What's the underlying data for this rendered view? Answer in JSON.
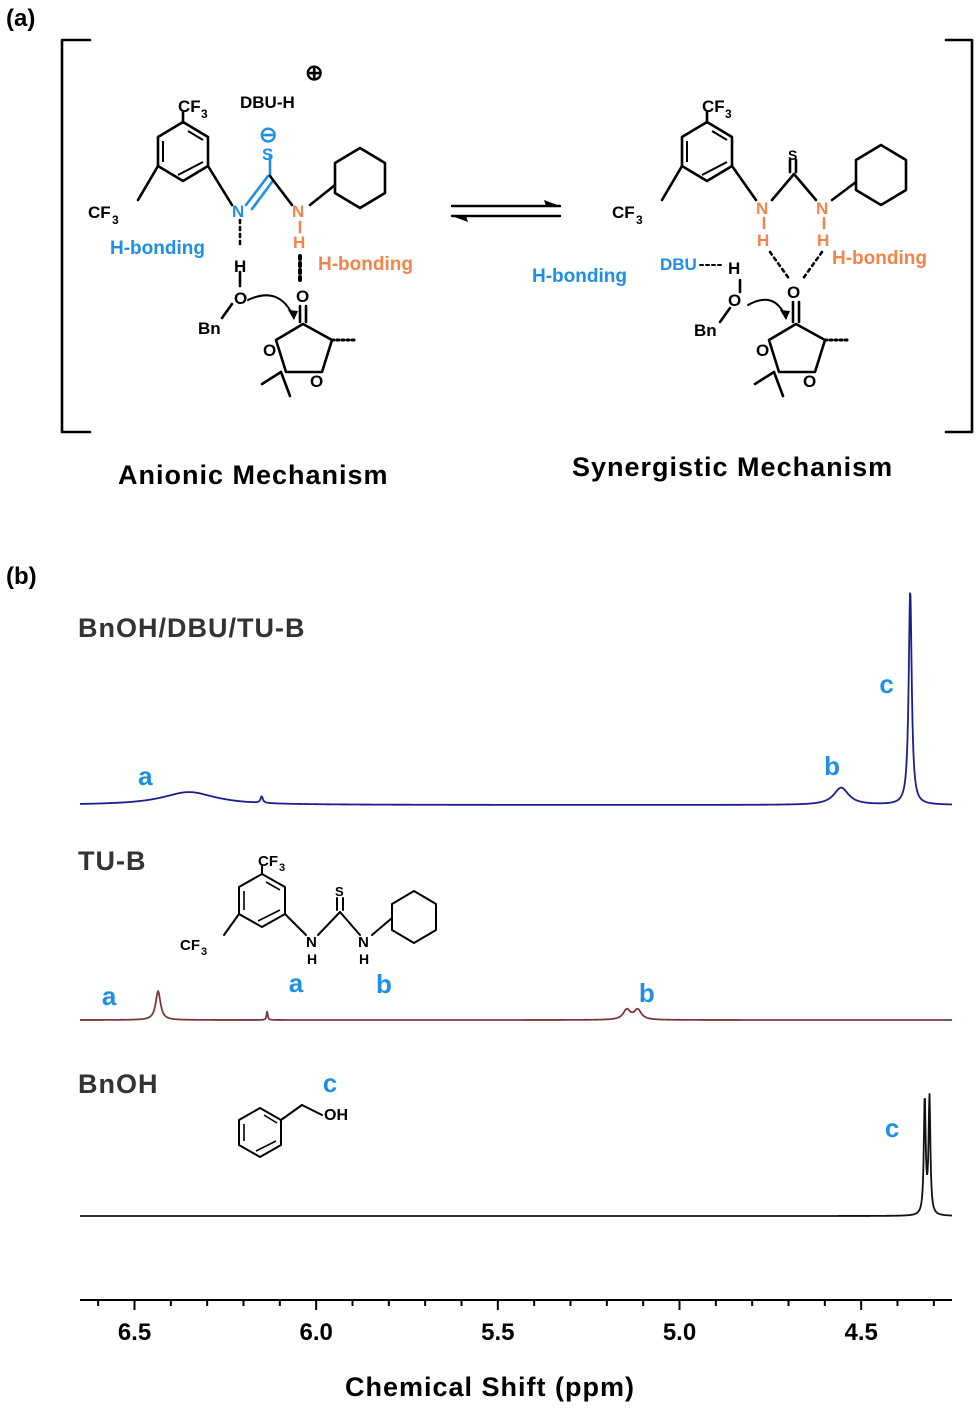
{
  "panel_a": {
    "label": "(a)",
    "left": {
      "title": "Anionic Mechanism",
      "cf3_top": "CF",
      "cf3_left": "CF",
      "cf3_sub": "3",
      "dbu": "DBU-H",
      "plus": "⊕",
      "minus": "⊖",
      "s_atom": "S",
      "n1": "N",
      "n2": "N",
      "h_n": "H",
      "h_o": "H",
      "o_bn": "O",
      "bn": "Bn",
      "o_carbonyl": "O",
      "o_ring1": "O",
      "o_ring2": "O",
      "hbond_blue": "H-bonding",
      "hbond_orange": "H-bonding"
    },
    "right": {
      "title": "Synergistic Mechanism",
      "cf3_top": "CF",
      "cf3_left": "CF",
      "cf3_sub": "3",
      "s_atom": "S",
      "n1": "N",
      "n2": "N",
      "h1": "H",
      "h2": "H",
      "dbu": "DBU",
      "h_o": "H",
      "o_bn": "O",
      "bn": "Bn",
      "o_carbonyl": "O",
      "o_ring1": "O",
      "o_ring2": "O",
      "hbond_blue": "H-bonding",
      "hbond_orange": "H-bonding"
    },
    "colors": {
      "blue": "#1e8fe6",
      "orange": "#f0844a"
    }
  },
  "panel_b": {
    "label": "(b)",
    "structures": {
      "tu_cf3_top": "CF",
      "tu_cf3_left": "CF",
      "tu_cf3_sub": "3",
      "tu_s": "S",
      "tu_n1": "N",
      "tu_n2": "N",
      "tu_h1": "H",
      "tu_h2": "H",
      "bnoh_oh": "OH"
    }
  },
  "chart_data": {
    "type": "line",
    "xlabel": "Chemical Shift (ppm)",
    "ylabel": "",
    "xlim": [
      6.65,
      4.25
    ],
    "x_ticks": [
      6.5,
      6.0,
      5.5,
      5.0,
      4.5
    ],
    "x_tick_labels": [
      "6.5",
      "6.0",
      "5.5",
      "5.0",
      "4.5"
    ],
    "series": [
      {
        "name": "BnOH/DBU/TU-B",
        "color": "#1a1f8a",
        "baseline_offset": 2,
        "peaks": [
          {
            "x": 6.35,
            "height": 0.06,
            "width": 0.09
          },
          {
            "x": 6.15,
            "height": 0.03,
            "width": 0.004
          },
          {
            "x": 4.555,
            "height": 0.08,
            "width": 0.025
          },
          {
            "x": 4.365,
            "height": 1.0,
            "width": 0.005
          }
        ],
        "annotations": [
          {
            "text": "a",
            "x": 6.47
          },
          {
            "text": "b",
            "x": 4.58
          },
          {
            "text": "c",
            "x": 4.43
          }
        ]
      },
      {
        "name": "TU-B",
        "color": "#7a3a3a",
        "baseline_offset": 1,
        "peaks": [
          {
            "x": 6.435,
            "height": 0.16,
            "width": 0.008
          },
          {
            "x": 6.135,
            "height": 0.05,
            "width": 0.002
          },
          {
            "x": 5.145,
            "height": 0.055,
            "width": 0.012
          },
          {
            "x": 5.115,
            "height": 0.055,
            "width": 0.012
          }
        ],
        "annotations": [
          {
            "text": "a",
            "x": 6.57
          },
          {
            "text": "b",
            "x": 5.09
          }
        ]
      },
      {
        "name": "BnOH",
        "color": "#111111",
        "baseline_offset": 0,
        "peaks": [
          {
            "x": 4.325,
            "height": 0.9,
            "width": 0.003
          },
          {
            "x": 4.312,
            "height": 0.9,
            "width": 0.003
          }
        ],
        "annotations": [
          {
            "text": "c",
            "x": 4.415
          }
        ]
      }
    ],
    "structure_labels": [
      {
        "text": "a",
        "x": 6.12
      },
      {
        "text": "b",
        "x": 5.85
      },
      {
        "text": "c",
        "x": 6.0
      }
    ]
  }
}
